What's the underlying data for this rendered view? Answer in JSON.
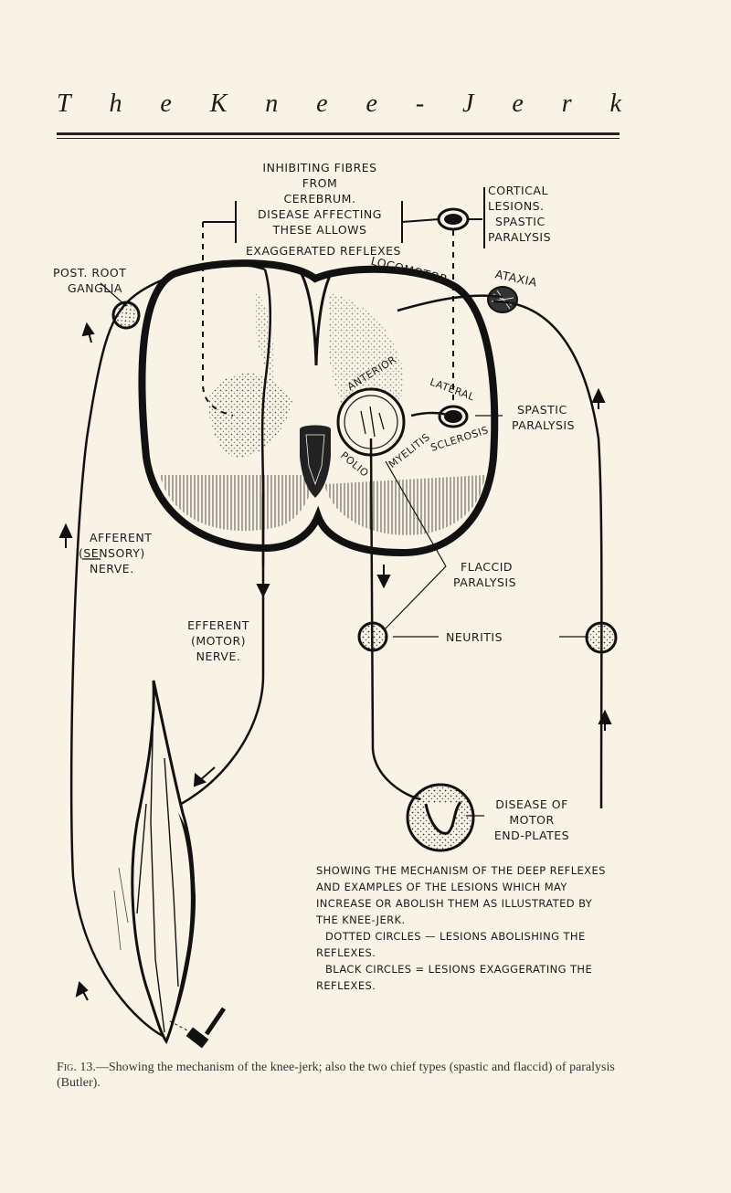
{
  "header": {
    "title_letters": [
      "T",
      "h",
      "e",
      "K",
      "n",
      "e",
      "e",
      "-",
      "J",
      "e",
      "r",
      "k"
    ]
  },
  "labels": {
    "inhibiting": "INHIBITING FIBRES FROM CEREBRUM. DISEASE AFFECTING THESE ALLOWS EXAGGERATED REFLEXES",
    "inh_1": "INHIBITING FIBRES",
    "inh_2": "FROM",
    "inh_3": "CEREBRUM.",
    "inh_4": "DISEASE AFFECTING",
    "inh_5": "THESE ALLOWS",
    "inh_6": "EXAGGERATED REFLEXES",
    "cortical_1": "CORTICAL",
    "cortical_2": "LESIONS.",
    "cortical_3": "SPASTIC",
    "cortical_4": "PARALYSIS",
    "post_root_1": "POST. ROOT",
    "post_root_2": "GANGLIA",
    "locomotor": "LOCOMOTOR",
    "ataxia": "ATAXIA",
    "anterior": "ANTERIOR",
    "lateral": "LATERAL",
    "sclerosis": "SCLEROSIS",
    "polio": "POLIO",
    "myelitis": "MYELITIS",
    "spastic_1": "SPASTIC",
    "spastic_2": "PARALYSIS",
    "afferent_1": "AFFERENT",
    "afferent_2": "(SENSORY)",
    "afferent_3": "NERVE.",
    "flaccid_1": "FLACCID",
    "flaccid_2": "PARALYSIS",
    "efferent_1": "EFFERENT",
    "efferent_2": "(MOTOR)",
    "efferent_3": "NERVE.",
    "neuritis": "NEURITIS",
    "disease_1": "DISEASE OF",
    "disease_2": "MOTOR",
    "disease_3": "END-PLATES"
  },
  "description": {
    "line1": "SHOWING THE MECHANISM OF THE DEEP REFLEXES AND EXAMPLES OF THE LESIONS WHICH MAY INCREASE OR ABOLISH THEM AS ILLUSTRATED BY THE KNEE-JERK.",
    "line2": "DOTTED CIRCLES — LESIONS ABOLISHING THE REFLEXES.",
    "line3": "BLACK CIRCLES = LESIONS EXAGGERATING THE REFLEXES."
  },
  "caption": {
    "fig": "Fig. 13.",
    "text": "—Showing the mechanism of the knee-jerk; also the two chief types (spastic and flaccid) of paralysis (Butler)."
  },
  "colors": {
    "ink": "#1a1a1a",
    "paper": "#f8f3e4"
  }
}
